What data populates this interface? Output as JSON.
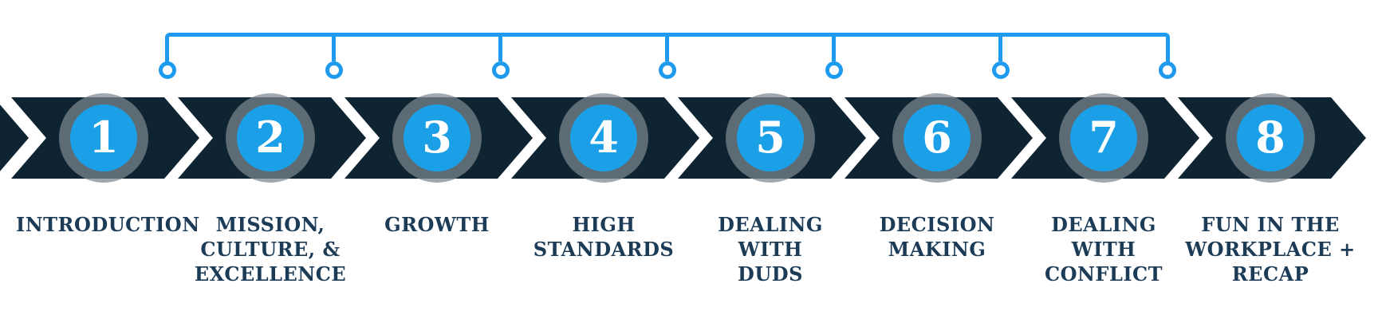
{
  "diagram": {
    "name": "onboarding-process-timeline",
    "step_count": 8,
    "connector_node_count": 7
  },
  "steps": [
    {
      "number": "1",
      "label": "INTRODUCTION"
    },
    {
      "number": "2",
      "label": "MISSION,\nCULTURE, &\nEXCELLENCE"
    },
    {
      "number": "3",
      "label": "GROWTH"
    },
    {
      "number": "4",
      "label": "HIGH\nSTANDARDS"
    },
    {
      "number": "5",
      "label": "DEALING\nWITH\nDUDS"
    },
    {
      "number": "6",
      "label": "DECISION\nMAKING"
    },
    {
      "number": "7",
      "label": "DEALING\nWITH\nCONFLICT"
    },
    {
      "number": "8",
      "label": "FUN IN THE\nWORKPLACE +\nRECAP"
    }
  ],
  "colors": {
    "navy": "#0E2433",
    "circle_blue": "#1BA0E8",
    "line_blue": "#1E9BEE",
    "ring_gray": "rgba(124,134,142,0.72)",
    "text_navy": "#1C3B57",
    "bg": "#FFFFFF"
  }
}
